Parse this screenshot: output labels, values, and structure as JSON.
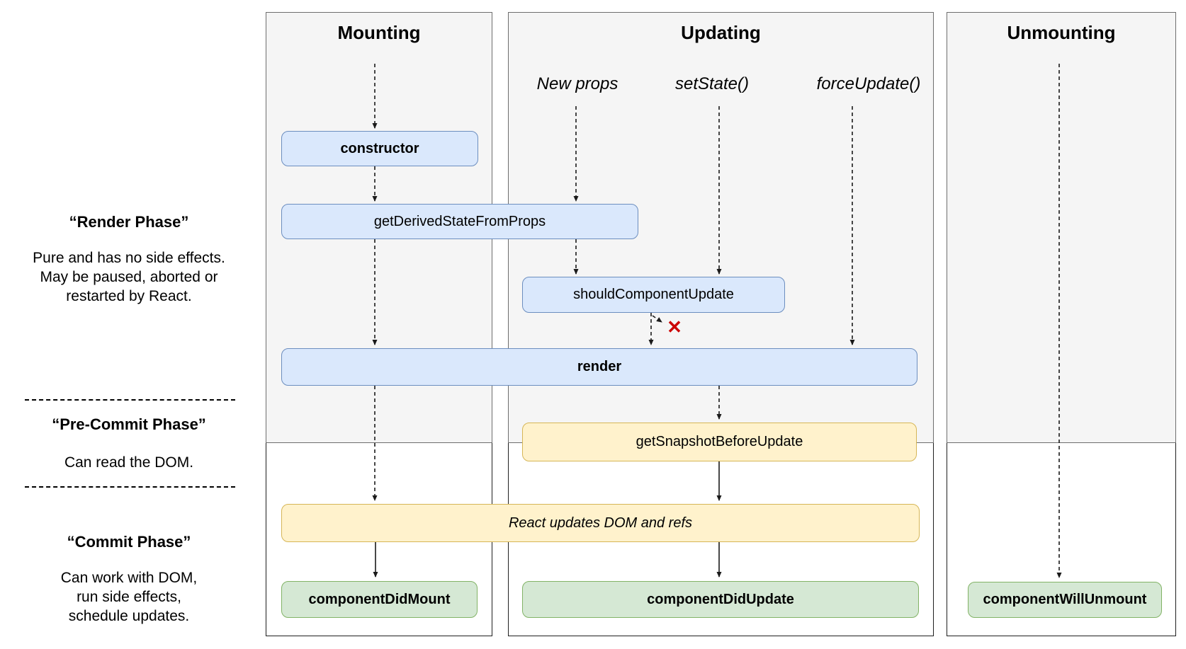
{
  "columns": {
    "mounting": {
      "title": "Mounting"
    },
    "updating": {
      "title": "Updating"
    },
    "unmounting": {
      "title": "Unmounting"
    }
  },
  "triggers": {
    "new_props": "New props",
    "set_state": "setState()",
    "force_update": "forceUpdate()"
  },
  "nodes": {
    "constructor": "constructor",
    "get_derived_state_from_props": "getDerivedStateFromProps",
    "should_component_update": "shouldComponentUpdate",
    "render": "render",
    "get_snapshot_before_update": "getSnapshotBeforeUpdate",
    "react_updates_dom": "React updates DOM and refs",
    "component_did_mount": "componentDidMount",
    "component_did_update": "componentDidUpdate",
    "component_will_unmount": "componentWillUnmount"
  },
  "phases": {
    "render": {
      "title": "“Render Phase”",
      "description": "Pure and has no side effects.\nMay be paused, aborted or\nrestarted by React."
    },
    "pre_commit": {
      "title": "“Pre-Commit Phase”",
      "description": "Can read the DOM."
    },
    "commit": {
      "title": "“Commit Phase”",
      "description": "Can work with DOM,\nrun side effects,\nschedule updates."
    }
  },
  "icons": {
    "reject_x": "✕"
  },
  "colors": {
    "column_fill": "#f5f5f5",
    "node_blue_fill": "#dae8fc",
    "node_blue_border": "#6c8ebf",
    "node_yellow_fill": "#fff2cc",
    "node_yellow_border": "#d6b656",
    "node_green_fill": "#d5e8d4",
    "node_green_border": "#82b366",
    "reject_x_color": "#cc0000"
  }
}
